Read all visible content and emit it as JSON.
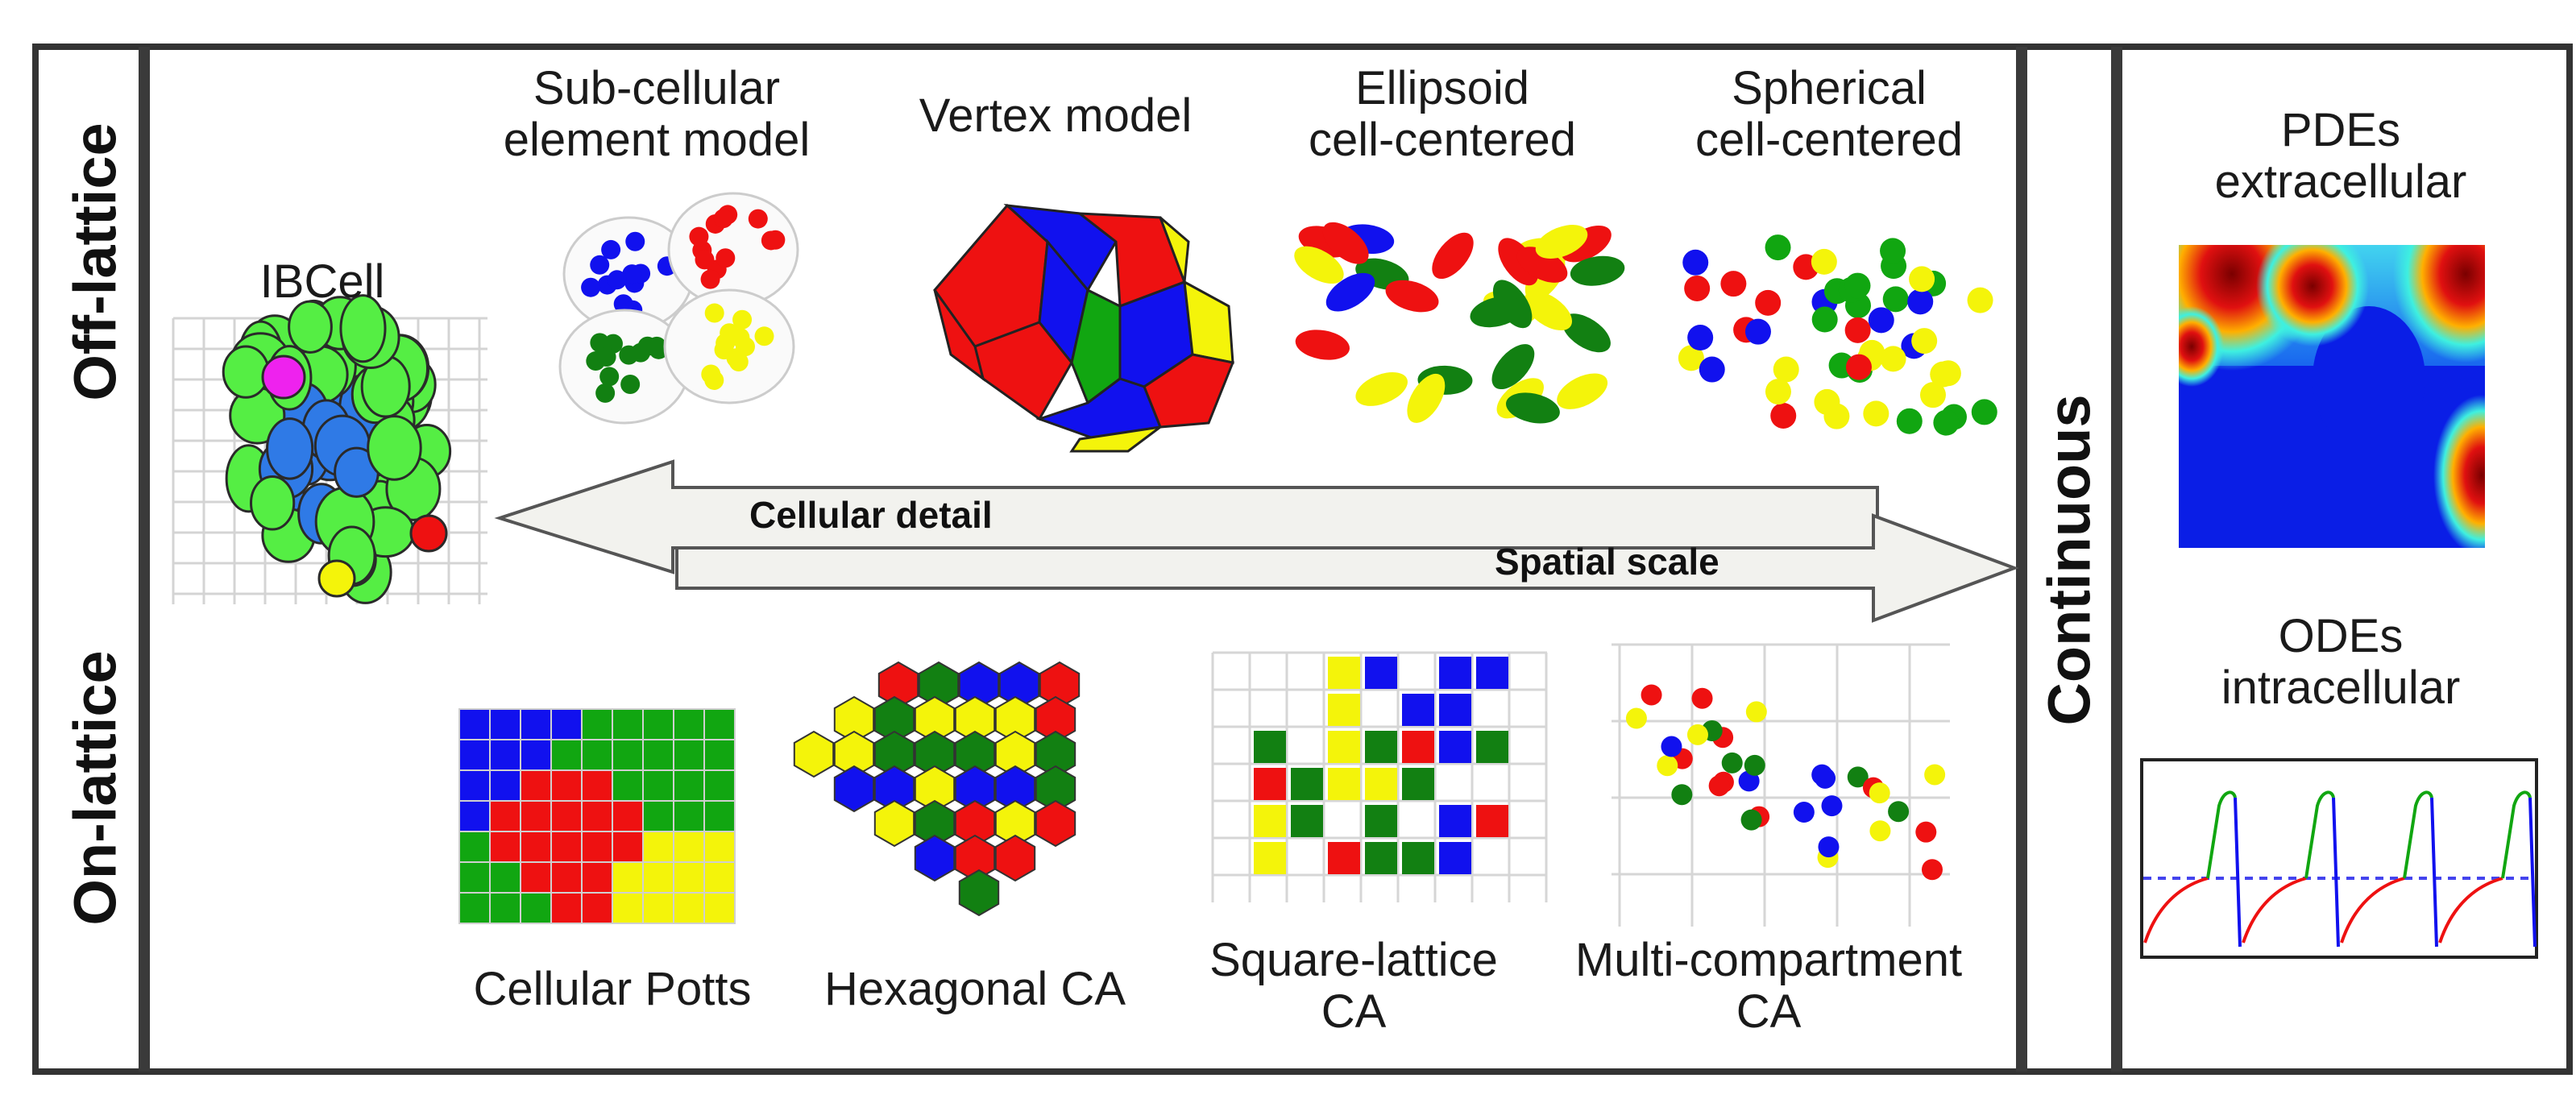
{
  "side_labels": {
    "off_lattice": "Off-lattice",
    "on_lattice": "On-lattice",
    "continuous": "Continuous"
  },
  "models": {
    "ibcell": "IBCell",
    "subcellular": [
      "Sub-cellular",
      "element model"
    ],
    "vertex": "Vertex model",
    "ellipsoid": [
      "Ellipsoid",
      "cell-centered"
    ],
    "spherical": [
      "Spherical",
      "cell-centered"
    ],
    "potts": "Cellular Potts",
    "hexagonal": "Hexagonal CA",
    "square": [
      "Square-lattice",
      "CA"
    ],
    "multicompartment": [
      "Multi-compartment",
      "CA"
    ]
  },
  "arrows": {
    "cellular_detail": "Cellular detail",
    "spatial_scale": "Spatial scale"
  },
  "continuous_panel": {
    "pdes": [
      "PDEs",
      "extracellular"
    ],
    "odes": [
      "ODEs",
      "intracellular"
    ]
  },
  "colors": {
    "red": "#ee1111",
    "blue": "#1111ee",
    "green": "#11a611",
    "dark_green": "#128012",
    "yellow": "#f4f40a",
    "light_green": "#55ee44",
    "cell_blue": "#2f7ae6",
    "magenta": "#ee22ee",
    "frame": "#333333",
    "arrow_fill": "#f2f2ee"
  }
}
